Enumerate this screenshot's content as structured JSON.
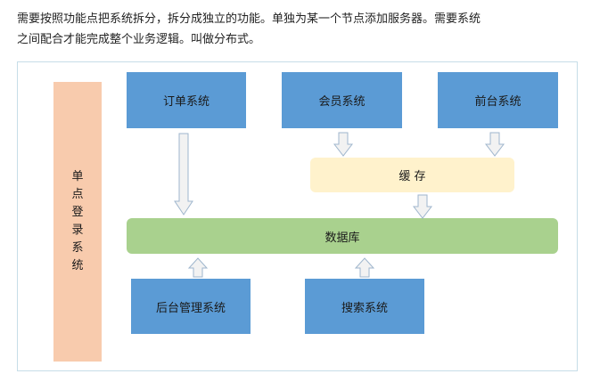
{
  "intro": {
    "line1": "需要按照功能点把系统拆分，拆分成独立的功能。单独为某一个节点添加服务器。需要系统",
    "line2": "之间配合才能完成整个业务逻辑。叫做分布式。"
  },
  "diagram": {
    "sso_label": [
      "单",
      "点",
      "登",
      "录",
      "系",
      "统"
    ],
    "order_system": "订单系统",
    "member_system": "会员系统",
    "frontend_system": "前台系统",
    "cache": "缓 存",
    "database": "数据库",
    "admin_system": "后台管理系统",
    "search_system": "搜索系统"
  }
}
